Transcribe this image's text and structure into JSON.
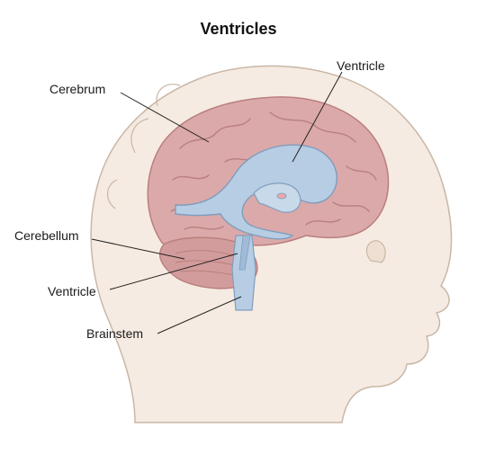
{
  "title": "Ventricles",
  "labels": {
    "ventricle_top": "Ventricle",
    "cerebrum": "Cerebrum",
    "cerebellum": "Cerebellum",
    "ventricle_bottom": "Ventricle",
    "brainstem": "Brainstem"
  },
  "colors": {
    "head_fill": "#f6ebe2",
    "head_outline": "#c9b7a6",
    "brain_fill": "#dba9a9",
    "brain_fold": "#b97f7f",
    "ventricle_fill": "#b7cde3",
    "ventricle_outline": "#7f9dbd",
    "leader_line": "#222222"
  }
}
